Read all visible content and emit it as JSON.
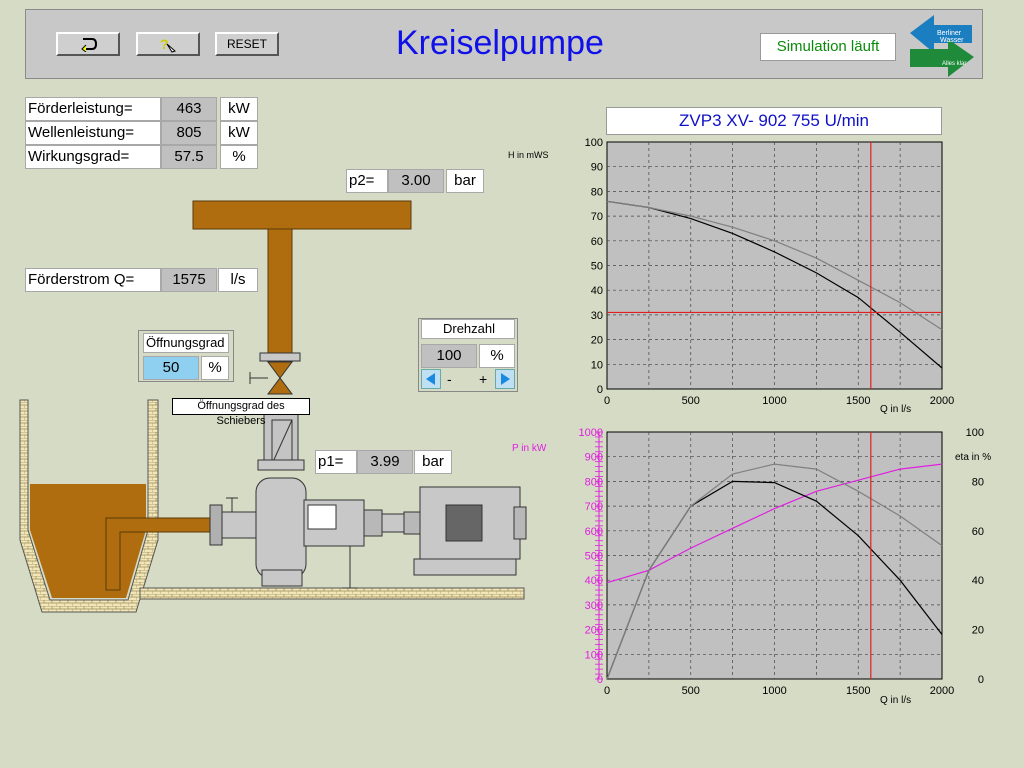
{
  "header": {
    "title": "Kreiselpumpe",
    "status": "Simulation läuft",
    "reset_label": "RESET",
    "back_icon": "return-arrow-icon",
    "help_icon": "help-pointer-icon",
    "logo_icon": "berliner-wasser-logo"
  },
  "logo": {
    "line1": "Berliner",
    "line2": "Wasser",
    "line3": "Alles klar"
  },
  "readouts": {
    "foerderleistung": {
      "label": "Förderleistung=",
      "value": "463",
      "unit": "kW"
    },
    "wellenleistung": {
      "label": "Wellenleistung=",
      "value": "805",
      "unit": "kW"
    },
    "wirkungsgrad": {
      "label": "Wirkungsgrad=",
      "value": "57.5",
      "unit": "%"
    },
    "foerderstrom": {
      "label": "Förderstrom Q=",
      "value": "1575",
      "unit": "l/s"
    },
    "p2": {
      "label": "p2=",
      "value": "3.00",
      "unit": "bar"
    },
    "p1": {
      "label": "p1=",
      "value": "3.99",
      "unit": "bar"
    }
  },
  "oeffnungsgrad": {
    "title": "Öffnungsgrad",
    "value": "50",
    "unit": "%",
    "tooltip": "Öffnungsgrad des Schiebers"
  },
  "drehzahl": {
    "title": "Drehzahl",
    "value": "100",
    "unit": "%",
    "minus": "-",
    "plus": "+"
  },
  "colors": {
    "water": "#b06d10",
    "pipe": "#b06d10",
    "grid_bg": "#c0c0c0",
    "operating_line": "#e02020",
    "power": "#e020e0"
  },
  "chart_data": [
    {
      "type": "line",
      "title": "ZVP3  XV- 902    755 U/min",
      "ylabel": "H in mWS",
      "xlabel": "Q in l/s",
      "xlim": [
        0,
        2000
      ],
      "ylim": [
        0,
        100
      ],
      "grid": true,
      "x_ticks": [
        0,
        500,
        1000,
        1500,
        2000
      ],
      "y_ticks": [
        0,
        10,
        20,
        30,
        40,
        50,
        60,
        70,
        80,
        90,
        100
      ],
      "series": [
        {
          "color": "#000000",
          "x": [
            0,
            250,
            500,
            750,
            1000,
            1250,
            1500,
            1750,
            2000
          ],
          "y": [
            76,
            73.5,
            69,
            63,
            55.5,
            47,
            37,
            23,
            8.5
          ]
        },
        {
          "color": "#808080",
          "x": [
            0,
            250,
            500,
            750,
            1000,
            1250,
            1500,
            1750,
            2000
          ],
          "y": [
            76,
            73.5,
            70,
            65.5,
            60,
            53,
            44,
            35,
            24
          ]
        }
      ],
      "operating_point": {
        "x": 1575,
        "y": 31
      }
    },
    {
      "type": "line",
      "ylabel": "P in kW",
      "y2label": "eta in %",
      "xlabel": "Q in l/s",
      "xlim": [
        0,
        2000
      ],
      "ylim": [
        0,
        1000
      ],
      "y2lim": [
        0,
        100
      ],
      "grid": true,
      "x_ticks": [
        0,
        500,
        1000,
        1500,
        2000
      ],
      "y_ticks": [
        0,
        100,
        200,
        300,
        400,
        500,
        600,
        700,
        800,
        900,
        1000
      ],
      "y2_ticks": [
        0,
        20,
        40,
        60,
        80,
        100
      ],
      "series": [
        {
          "color": "#e020e0",
          "axis": "left",
          "x": [
            0,
            250,
            500,
            750,
            1000,
            1250,
            1500,
            1750,
            2000
          ],
          "y": [
            390,
            440,
            530,
            610,
            690,
            760,
            805,
            850,
            870
          ]
        },
        {
          "color": "#000000",
          "axis": "right",
          "x": [
            0,
            250,
            500,
            750,
            1000,
            1250,
            1500,
            1750,
            2000
          ],
          "y": [
            0,
            44,
            70,
            80,
            79.5,
            72,
            58,
            40,
            18
          ]
        },
        {
          "color": "#808080",
          "axis": "right",
          "x": [
            0,
            250,
            500,
            750,
            1000,
            1250,
            1500,
            1750,
            2000
          ],
          "y": [
            0,
            44,
            70,
            83,
            87,
            85,
            76,
            66,
            54
          ]
        }
      ],
      "operating_point": {
        "x": 1575
      }
    }
  ]
}
